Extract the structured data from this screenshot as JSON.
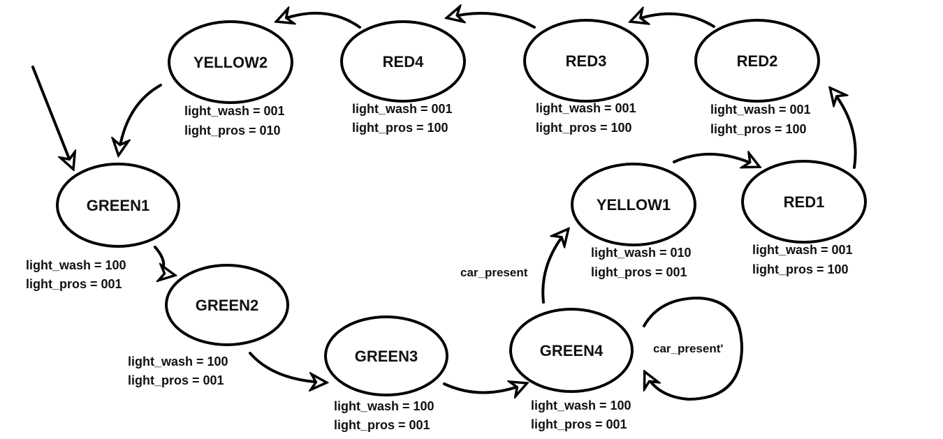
{
  "states": [
    {
      "id": "GREEN1",
      "label": "GREEN1",
      "light_wash": "light_wash = 100",
      "light_pros": "light_pros = 001"
    },
    {
      "id": "GREEN2",
      "label": "GREEN2",
      "light_wash": "light_wash = 100",
      "light_pros": "light_pros = 001"
    },
    {
      "id": "GREEN3",
      "label": "GREEN3",
      "light_wash": "light_wash = 100",
      "light_pros": "light_pros = 001"
    },
    {
      "id": "GREEN4",
      "label": "GREEN4",
      "light_wash": "light_wash = 100",
      "light_pros": "light_pros = 001"
    },
    {
      "id": "YELLOW1",
      "label": "YELLOW1",
      "light_wash": "light_wash = 010",
      "light_pros": "light_pros = 001"
    },
    {
      "id": "RED1",
      "label": "RED1",
      "light_wash": "light_wash = 001",
      "light_pros": "light_pros = 100"
    },
    {
      "id": "RED2",
      "label": "RED2",
      "light_wash": "light_wash = 001",
      "light_pros": "light_pros = 100"
    },
    {
      "id": "RED3",
      "label": "RED3",
      "light_wash": "light_wash = 001",
      "light_pros": "light_pros = 100"
    },
    {
      "id": "RED4",
      "label": "RED4",
      "light_wash": "light_wash = 001",
      "light_pros": "light_pros = 100"
    },
    {
      "id": "YELLOW2",
      "label": "YELLOW2",
      "light_wash": "light_wash = 001",
      "light_pros": "light_pros = 010"
    }
  ],
  "transitions": [
    {
      "from": "start",
      "to": "GREEN1",
      "condition": ""
    },
    {
      "from": "GREEN1",
      "to": "GREEN2",
      "condition": ""
    },
    {
      "from": "GREEN2",
      "to": "GREEN3",
      "condition": ""
    },
    {
      "from": "GREEN3",
      "to": "GREEN4",
      "condition": ""
    },
    {
      "from": "GREEN4",
      "to": "YELLOW1",
      "condition": "car_present"
    },
    {
      "from": "GREEN4",
      "to": "GREEN4",
      "condition": "car_present'"
    },
    {
      "from": "YELLOW1",
      "to": "RED1",
      "condition": ""
    },
    {
      "from": "RED1",
      "to": "RED2",
      "condition": ""
    },
    {
      "from": "RED2",
      "to": "RED3",
      "condition": ""
    },
    {
      "from": "RED3",
      "to": "RED4",
      "condition": ""
    },
    {
      "from": "RED4",
      "to": "YELLOW2",
      "condition": ""
    },
    {
      "from": "YELLOW2",
      "to": "GREEN1",
      "condition": ""
    }
  ],
  "colors": {
    "stroke": "#000000",
    "fill": "#ffffff",
    "text": "#111111"
  }
}
